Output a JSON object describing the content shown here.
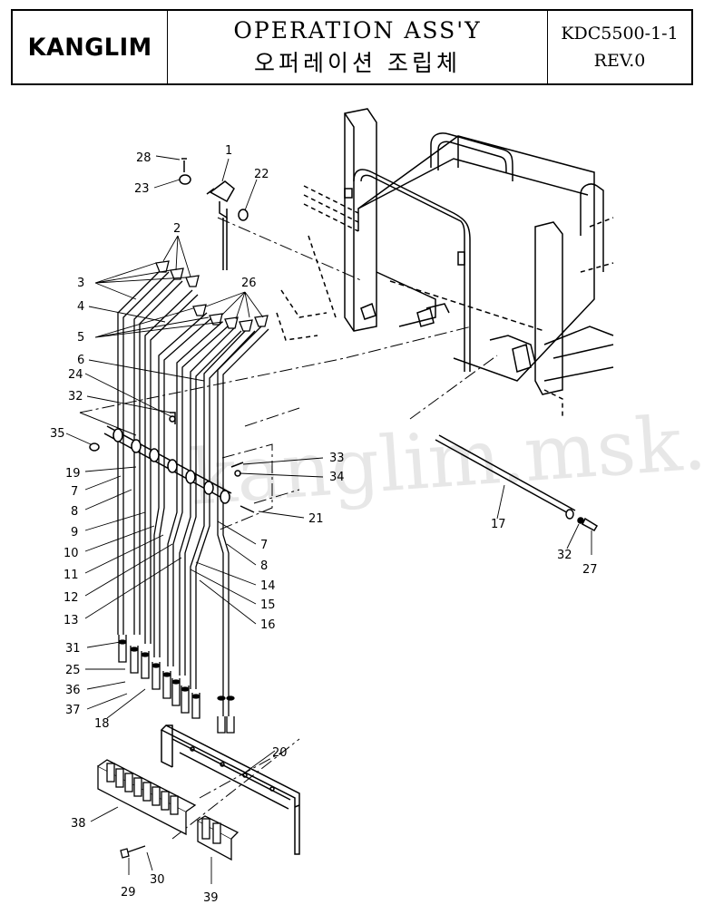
{
  "header": {
    "logo": "KANGLIM",
    "title_en": "OPERATION ASS'Y",
    "title_ko": "오퍼레이션 조립체",
    "doc_code": "KDC5500-1-1",
    "revision": "REV.0"
  },
  "watermark": "kanglim.msk.ru",
  "part_labels": [
    "1",
    "2",
    "3",
    "4",
    "5",
    "6",
    "7",
    "8",
    "9",
    "10",
    "11",
    "12",
    "13",
    "14",
    "15",
    "16",
    "17",
    "18",
    "19",
    "20",
    "21",
    "22",
    "23",
    "24",
    "25",
    "26",
    "27",
    "28",
    "29",
    "30",
    "31",
    "32",
    "33",
    "34",
    "35",
    "36",
    "37",
    "38",
    "39"
  ],
  "labels": {
    "l1": "1",
    "l2": "2",
    "l3": "3",
    "l4": "4",
    "l5": "5",
    "l6": "6",
    "l7a": "7",
    "l7b": "7",
    "l8a": "8",
    "l8b": "8",
    "l9": "9",
    "l10": "10",
    "l11": "11",
    "l12": "12",
    "l13": "13",
    "l14": "14",
    "l15": "15",
    "l16": "16",
    "l17": "17",
    "l18": "18",
    "l19": "19",
    "l20": "20",
    "l21": "21",
    "l22": "22",
    "l23": "23",
    "l24": "24",
    "l25": "25",
    "l26": "26",
    "l27": "27",
    "l28": "28",
    "l29": "29",
    "l30": "30",
    "l31": "31",
    "l32a": "32",
    "l32b": "32",
    "l33": "33",
    "l34": "34",
    "l35": "35",
    "l36": "36",
    "l37": "37",
    "l38": "38",
    "l39": "39"
  }
}
